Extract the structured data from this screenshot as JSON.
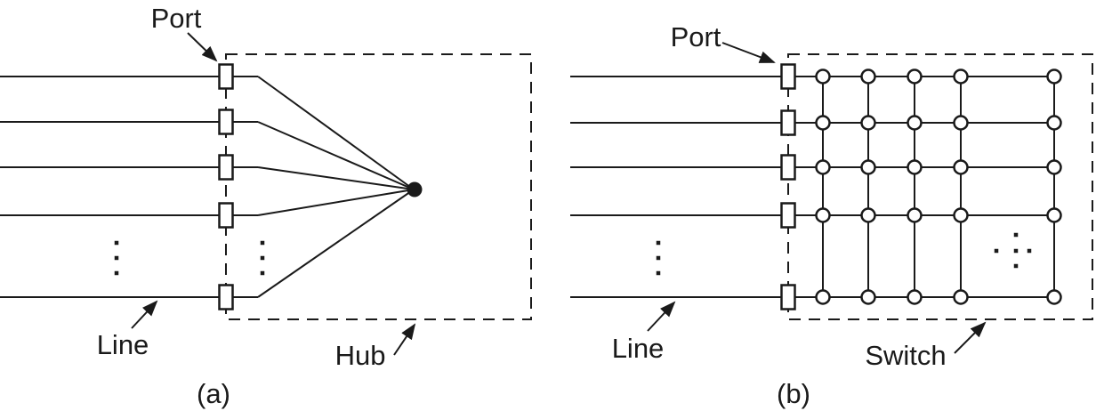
{
  "figure": {
    "colors": {
      "ink": "#1a1a1a",
      "background": "#ffffff"
    },
    "panels": [
      {
        "caption": "(a)",
        "labels": {
          "port": "Port",
          "line": "Line",
          "device": "Hub"
        }
      },
      {
        "caption": "(b)",
        "labels": {
          "port": "Port",
          "line": "Line",
          "device": "Switch"
        }
      }
    ]
  }
}
